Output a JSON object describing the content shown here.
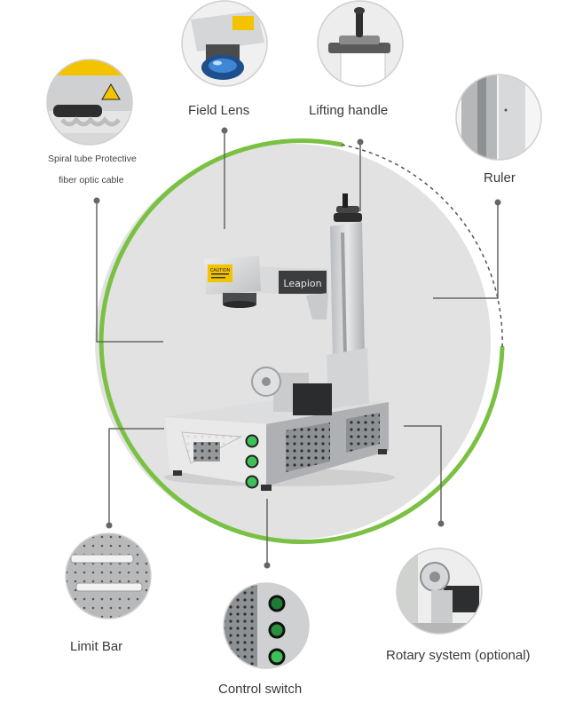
{
  "labels": {
    "field_lens": "Field Lens",
    "lifting_handle": "Lifting handle",
    "spiral_line1": "Spiral tube Protective",
    "spiral_line2": "fiber optic cable",
    "ruler": "Ruler",
    "limit_bar": "Limit Bar",
    "rotary": "Rotary system (optional)",
    "control_switch": "Control switch"
  },
  "machine": {
    "brand": "Leapion",
    "caution": "CAUTION"
  },
  "colors": {
    "ring": "#7ac143",
    "backdrop": "#e2e2e2",
    "leader": "#666666",
    "switch_green": "#3fbf5a"
  }
}
